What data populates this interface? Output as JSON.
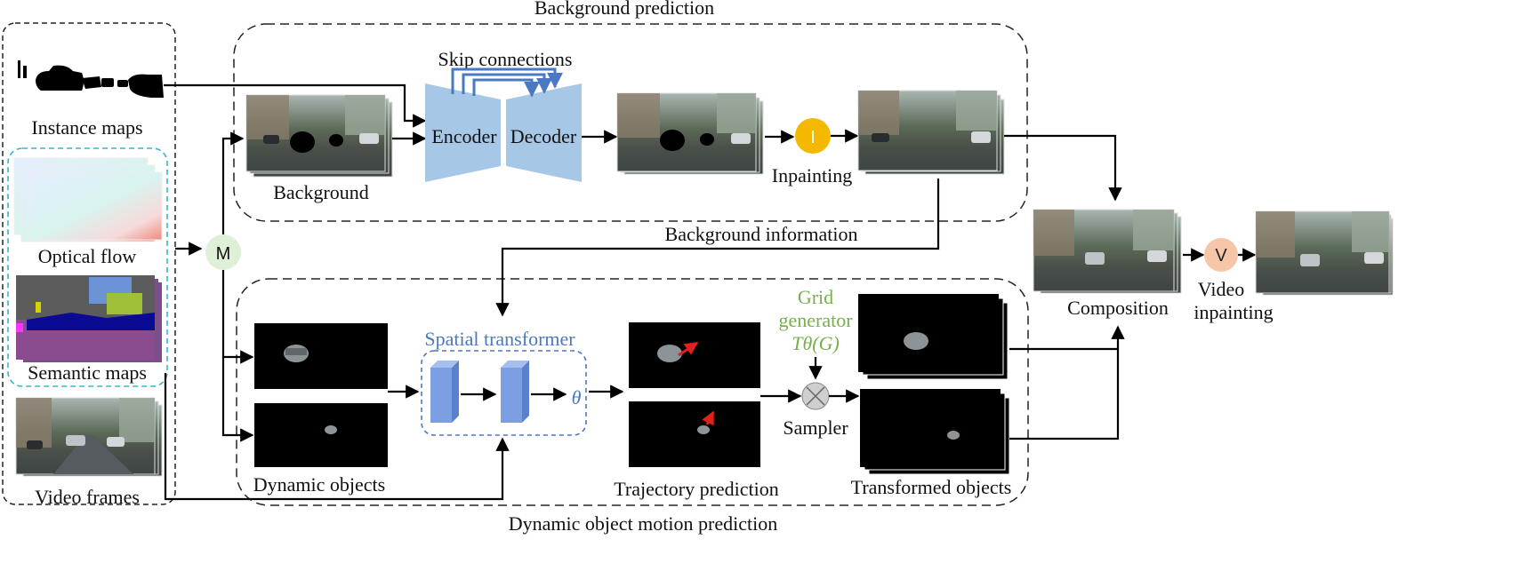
{
  "sections": {
    "background_prediction": "Background prediction",
    "dynamic_motion": "Dynamic object motion prediction"
  },
  "inputs": {
    "instance_maps": "Instance maps",
    "optical_flow": "Optical flow",
    "semantic_maps": "Semantic maps",
    "video_frames": "Video frames"
  },
  "nodes": {
    "m": "M",
    "i": "I",
    "v": "V",
    "sampler_symbol": "⊗",
    "theta": "θ"
  },
  "labels": {
    "background": "Background",
    "skip_connections": "Skip connections",
    "encoder": "Encoder",
    "decoder": "Decoder",
    "inpainting": "Inpainting",
    "background_information": "Background information",
    "dynamic_objects": "Dynamic objects",
    "spatial_transformer": "Spatial transformer",
    "grid_line1": "Grid",
    "grid_line2": "generator",
    "grid_formula": "Tθ(G)",
    "sampler": "Sampler",
    "trajectory_prediction": "Trajectory prediction",
    "transformed_objects": "Transformed objects",
    "composition": "Composition",
    "video_line1": "Video",
    "video_line2": "inpainting"
  },
  "colors": {
    "encoder_decoder": "#a7c7e7",
    "skip_arrows": "#4a78c2",
    "inpaint_node": "#f5b800",
    "merge_node": "#dff0d8",
    "video_inpaint_node": "#f7c5a8",
    "spatial_dashed": "#4a78c2",
    "optical_dashed": "#35b6d3",
    "stn_block": "#7b9fe0"
  }
}
